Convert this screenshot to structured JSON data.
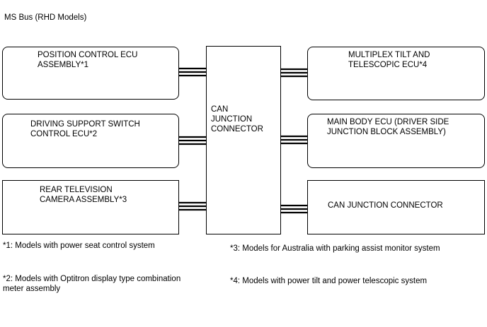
{
  "title": "MS Bus (RHD Models)",
  "center": {
    "label": "CAN\nJUNCTION\nCONNECTOR"
  },
  "left_boxes": [
    {
      "label": "POSITION CONTROL ECU\nASSEMBLY*1"
    },
    {
      "label": "DRIVING SUPPORT SWITCH\nCONTROL ECU*2"
    },
    {
      "label": "REAR TELEVISION\nCAMERA ASSEMBLY*3"
    }
  ],
  "right_boxes": [
    {
      "label": "MULTIPLEX TILT AND\nTELESCOPIC ECU*4"
    },
    {
      "label": "MAIN BODY ECU (DRIVER SIDE\nJUNCTION BLOCK ASSEMBLY)"
    },
    {
      "label": "CAN JUNCTION CONNECTOR"
    }
  ],
  "notes": [
    "*1: Models with power seat control system",
    "*2: Models with Optitron display type combination\nmeter assembly",
    "*3: Models for Australia with parking assist monitor system",
    "*4: Models with power tilt and power telescopic system"
  ]
}
